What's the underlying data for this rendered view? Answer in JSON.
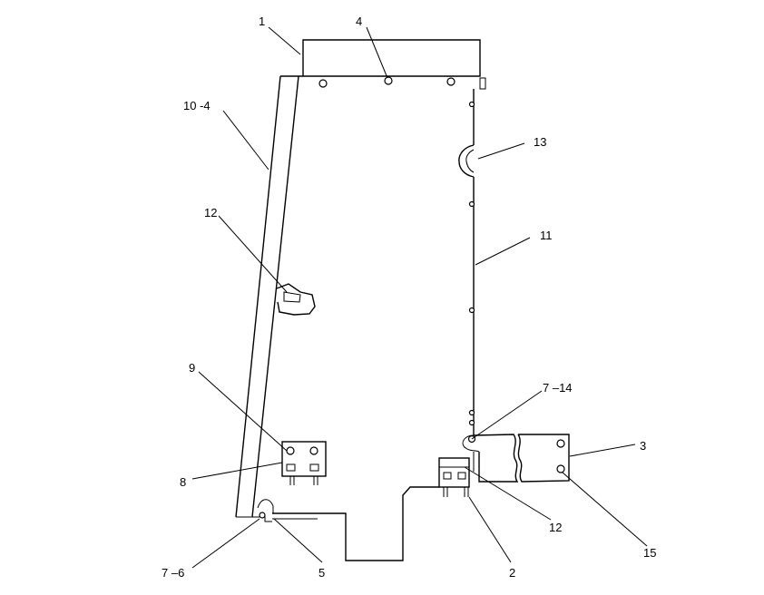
{
  "callouts": {
    "c1": "1",
    "c4": "4",
    "c10_4": "10 -4",
    "c13": "13",
    "c12_upper": "12",
    "c11": "11",
    "c9": "9",
    "c7_14": "7 –14",
    "c3": "3",
    "c8": "8",
    "c12_lower": "12",
    "c15": "15",
    "c7_6": "7 –6",
    "c5": "5",
    "c2": "2"
  }
}
